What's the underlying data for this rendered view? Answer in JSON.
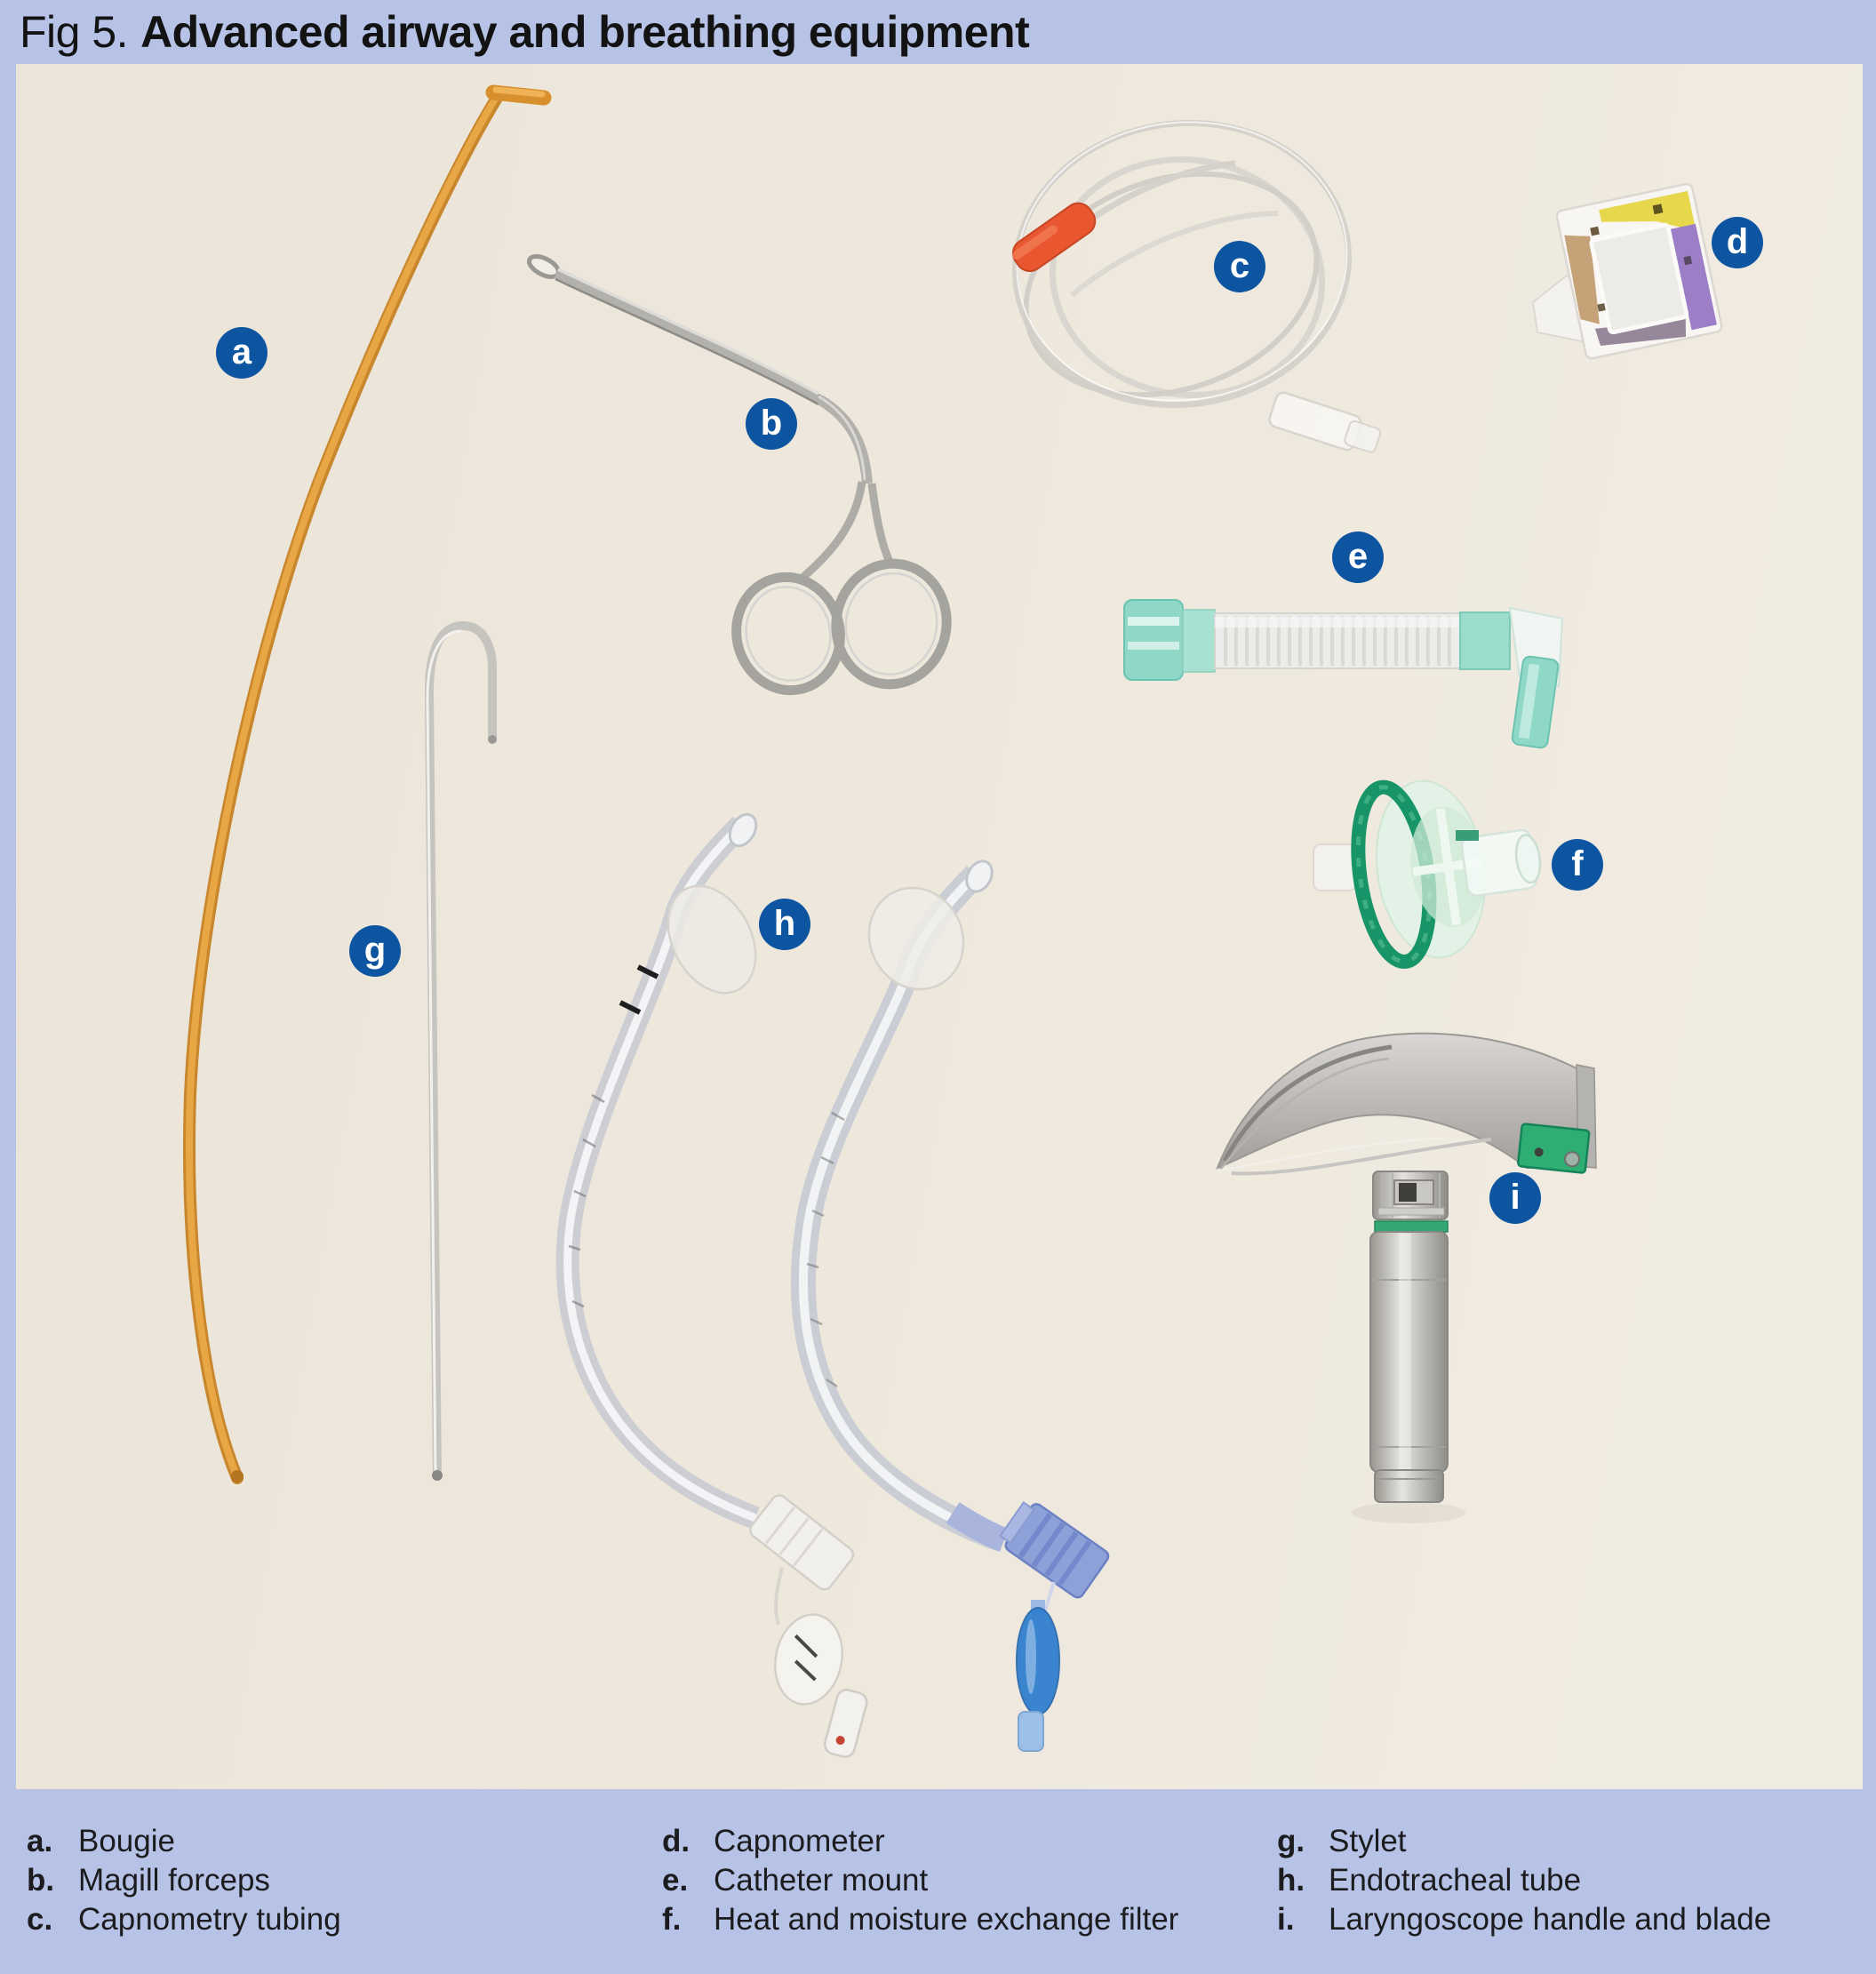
{
  "header": {
    "fig_label": "Fig 5.",
    "title": "Advanced airway and breathing equipment"
  },
  "markers": [
    {
      "letter": "a"
    },
    {
      "letter": "b"
    },
    {
      "letter": "c"
    },
    {
      "letter": "d"
    },
    {
      "letter": "e"
    },
    {
      "letter": "f"
    },
    {
      "letter": "g"
    },
    {
      "letter": "h"
    },
    {
      "letter": "i"
    }
  ],
  "legend": {
    "columns": [
      {
        "items": [
          {
            "letter": "a.",
            "label": "Bougie"
          },
          {
            "letter": "b.",
            "label": "Magill forceps"
          },
          {
            "letter": "c.",
            "label": "Capnometry tubing"
          }
        ]
      },
      {
        "items": [
          {
            "letter": "d.",
            "label": "Capnometer"
          },
          {
            "letter": "e.",
            "label": "Catheter mount"
          },
          {
            "letter": "f.",
            "label": "Heat and moisture exchange filter"
          }
        ]
      },
      {
        "items": [
          {
            "letter": "g.",
            "label": "Stylet"
          },
          {
            "letter": "h.",
            "label": "Endotracheal tube"
          },
          {
            "letter": "i.",
            "label": "Laryngoscope handle and blade"
          }
        ]
      }
    ]
  },
  "colors": {
    "page_background": "#b6c2e6",
    "photo_background": "#ebe4d9",
    "marker_blue": "#0d55a0",
    "text": "#1c1c1e",
    "bougie_orange": "#d98f33",
    "equipment_teal": "#8fd7c6",
    "hme_green": "#179468",
    "laryngoscope_green": "#2fae74",
    "ett_blue": "#2e7ecf"
  }
}
